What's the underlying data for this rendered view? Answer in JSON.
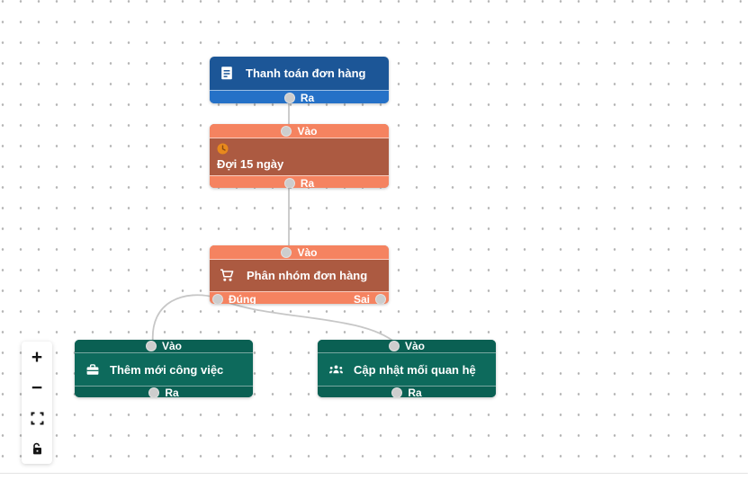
{
  "nodes": [
    {
      "id": "thanh-toan-don-hang",
      "title": "Thanh toán đơn hàng",
      "icon": "receipt-icon",
      "ports": {
        "out": {
          "label": "Ra"
        }
      }
    },
    {
      "id": "doi-15-ngay",
      "title": "Đợi 15 ngày",
      "icon": "clock-icon",
      "ports": {
        "in": {
          "label": "Vào"
        },
        "out": {
          "label": "Ra"
        }
      }
    },
    {
      "id": "phan-nhom-don-hang",
      "title": "Phân nhóm đơn hàng",
      "icon": "cart-icon",
      "ports": {
        "in": {
          "label": "Vào"
        },
        "true": {
          "label": "Đúng"
        },
        "false": {
          "label": "Sai"
        }
      }
    },
    {
      "id": "them-moi-cong-viec",
      "title": "Thêm mới công việc",
      "icon": "briefcase-icon",
      "ports": {
        "in": {
          "label": "Vào"
        },
        "out": {
          "label": "Ra"
        }
      }
    },
    {
      "id": "cap-nhat-moi-quan-he",
      "title": "Cập nhật mối quan hệ",
      "icon": "group-icon",
      "ports": {
        "in": {
          "label": "Vào"
        },
        "out": {
          "label": "Ra"
        }
      }
    }
  ],
  "edges": [
    {
      "from": "thanh-toan-don-hang:Ra",
      "to": "doi-15-ngay:Vào"
    },
    {
      "from": "doi-15-ngay:Ra",
      "to": "phan-nhom-don-hang:Vào"
    },
    {
      "from": "phan-nhom-don-hang:Đúng",
      "to": "them-moi-cong-viec:Vào"
    },
    {
      "from": "phan-nhom-don-hang:Đúng",
      "to": "cap-nhat-moi-quan-he:Vào"
    }
  ],
  "controls": {
    "zoom_in_label": "+",
    "zoom_out_label": "−",
    "icons": [
      "plus-icon",
      "minus-icon",
      "fit-view-icon",
      "unlock-icon"
    ]
  },
  "colors": {
    "node_blue_body": "#1c5697",
    "node_blue_bar": "#2571c7",
    "node_orange_body": "#ac5a41",
    "node_orange_bar": "#f58360",
    "node_teal_body": "#0d6a5c",
    "node_teal_bar": "#0a6053",
    "clock_icon": "#e8891d",
    "edge": "#c7c7c7",
    "port": "#cdcdcd",
    "grid_dot": "#b5b5b5"
  }
}
